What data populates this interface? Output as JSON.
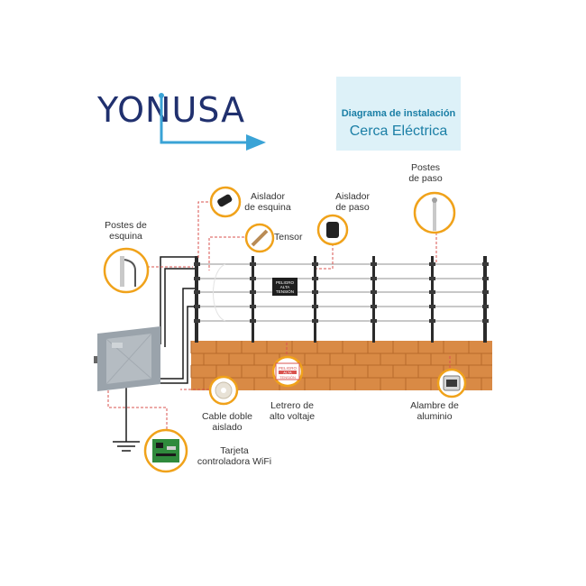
{
  "brand": {
    "name": "YONUSA"
  },
  "title": {
    "line1": "Diagrama de instalación",
    "line2": "Cerca Eléctrica"
  },
  "labels": {
    "aislador_esquina": "Aislador\nde esquina",
    "aislador_paso": "Aislador\nde paso",
    "postes_paso": "Postes\nde paso",
    "postes_esquina": "Postes de\nesquina",
    "tensor": "Tensor",
    "cable": "Cable doble\naislado",
    "letrero": "Letrero de\nalto voltaje",
    "alambre": "Alambre de\naluminio",
    "tarjeta": "Tarjeta\ncontroladora WiFi"
  },
  "sign": {
    "line1": "PELIGRO",
    "line2": "ALTA",
    "line3": "TENSIÓN"
  },
  "colors": {
    "brand": "#20306e",
    "accent": "#3aa3d6",
    "callout": "#f0a21a",
    "brick": "#d98a45",
    "wire_red": "#d9534f"
  }
}
